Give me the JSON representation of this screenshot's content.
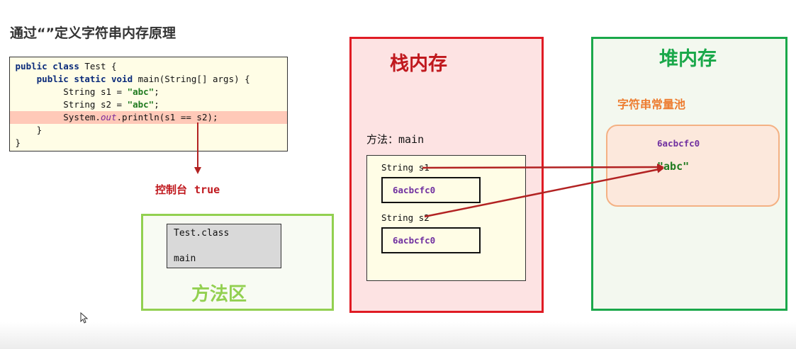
{
  "title": "通过“”定义字符串内存原理",
  "code": {
    "line1": {
      "kw": "public class",
      "text": " Test {"
    },
    "line2": {
      "kw": "public static void",
      "text": " main(String[] args) {"
    },
    "line3": {
      "text": "String s1 = ",
      "str": "\"abc\"",
      "end": ";"
    },
    "line4": {
      "text": "String s2 = ",
      "str": "\"abc\"",
      "end": ";"
    },
    "line5": {
      "pre": "System.",
      "field": "out",
      "post": ".println(s1 == s2);"
    },
    "line6": "}",
    "line7": "}"
  },
  "console": {
    "label": "控制台",
    "value": "true"
  },
  "method_area": {
    "label": "方法区",
    "class_name": "Test.class",
    "method": "main"
  },
  "stack": {
    "title": "栈内存",
    "frame_label": "方法：main",
    "vars": [
      {
        "name": "String s1",
        "value": "6acbcfc0"
      },
      {
        "name": "String s2",
        "value": "6acbcfc0"
      }
    ]
  },
  "heap": {
    "title": "堆内存",
    "pool_label": "字符串常量池",
    "address": "6acbcfc0",
    "string_value": "\"abc\""
  },
  "colors": {
    "stack_border": "#e01b24",
    "heap_border": "#1aa84a",
    "method_area_border": "#92d050",
    "arrow": "#b22222",
    "address_text": "#7030a0"
  }
}
